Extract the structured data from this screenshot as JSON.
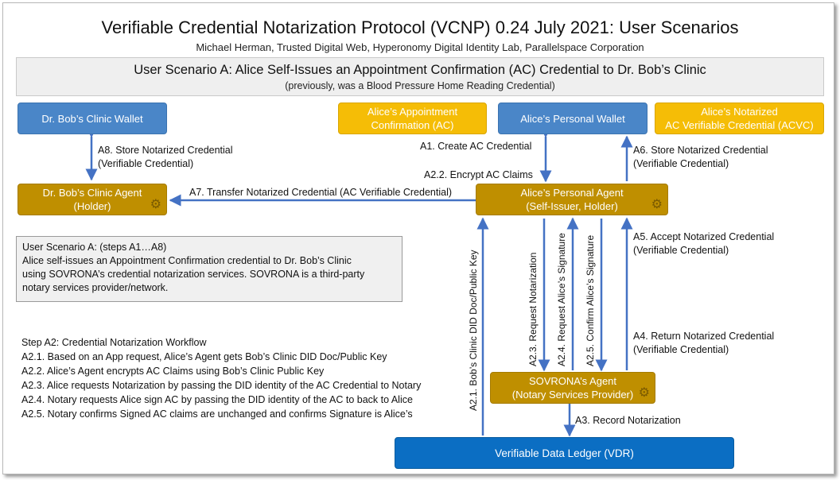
{
  "title": "Verifiable Credential Notarization Protocol (VCNP) 0.24 July 2021: User Scenarios",
  "subtitle": "Michael Herman, Trusted Digital Web, Hyperonomy Digital Identity Lab, Parallelspace Corporation",
  "scenario": {
    "heading": "User Scenario A: Alice Self-Issues an Appointment Confirmation (AC) Credential to Dr. Bob’s Clinic",
    "subheading": "(previously, was a Blood Pressure Home Reading Credential)"
  },
  "nodes": {
    "clinic_wallet": "Dr. Bob’s Clinic Wallet",
    "ac_credential": [
      "Alice’s Appointment",
      "Confirmation (AC)"
    ],
    "personal_wallet": "Alice’s Personal Wallet",
    "acvc": [
      "Alice’s Notarized",
      "AC Verifiable Credential (ACVC)"
    ],
    "clinic_agent": [
      "Dr. Bob’s Clinic Agent",
      "(Holder)"
    ],
    "personal_agent": [
      "Alice’s Personal Agent",
      "(Self-Issuer, Holder)"
    ],
    "sovrona_agent": [
      "SOVRONA’s Agent",
      "(Notary Services Provider)"
    ],
    "vdr": "Verifiable Data Ledger (VDR)"
  },
  "edges": {
    "a8": [
      "A8. Store Notarized Credential",
      "(Verifiable Credential)"
    ],
    "a1": "A1. Create AC Credential",
    "a6": [
      "A6. Store Notarized Credential",
      "(Verifiable Credential)"
    ],
    "a22": "A2.2. Encrypt AC Claims",
    "a7": "A7. Transfer Notarized Credential (AC Verifiable Credential)",
    "a5": [
      "A5. Accept Notarized Credential",
      "(Verifiable Credential)"
    ],
    "a4": [
      "A4. Return Notarized Credential",
      "(Verifiable Credential)"
    ],
    "a3": "A3. Record Notarization",
    "a21": "A2.1. Bob’s Clinic DID Doc/Public Key",
    "a23": "A2.3. Request Notarization",
    "a24": "A2.4. Request Alice’s Signature",
    "a25": "A2.5. Confirm Alice’s Signature"
  },
  "note": {
    "line1": "User Scenario A: (steps A1…A8)",
    "line2": "Alice self-issues an Appointment Confirmation credential to Dr. Bob’s Clinic",
    "line3": "using SOVRONA’s credential notarization services. SOVRONA is a third-party",
    "line4": "notary services provider/network."
  },
  "workflow": {
    "heading": "Step A2: Credential Notarization Workflow",
    "steps": [
      "A2.1. Based on an App request, Alice’s Agent gets Bob’s Clinic DID Doc/Public Key",
      "A2.2. Alice’s Agent encrypts AC Claims using Bob’s Clinic Public Key",
      "A2.3. Alice requests Notarization by passing the DID identity of the AC Credential to Notary",
      "A2.4. Notary requests Alice sign AC by passing the DID identity of the AC to back to Alice",
      "A2.5. Notary confirms Signed AC claims are unchanged and confirms Signature is Alice’s"
    ]
  },
  "colors": {
    "wallet_blue": "#4a86c8",
    "credential_yellow": "#f5bd06",
    "agent_gold": "#bf8f00",
    "ledger_blue": "#0b6ec3",
    "arrow_blue": "#4472c4"
  },
  "icons": {
    "agent_badge": "gears-icon"
  }
}
